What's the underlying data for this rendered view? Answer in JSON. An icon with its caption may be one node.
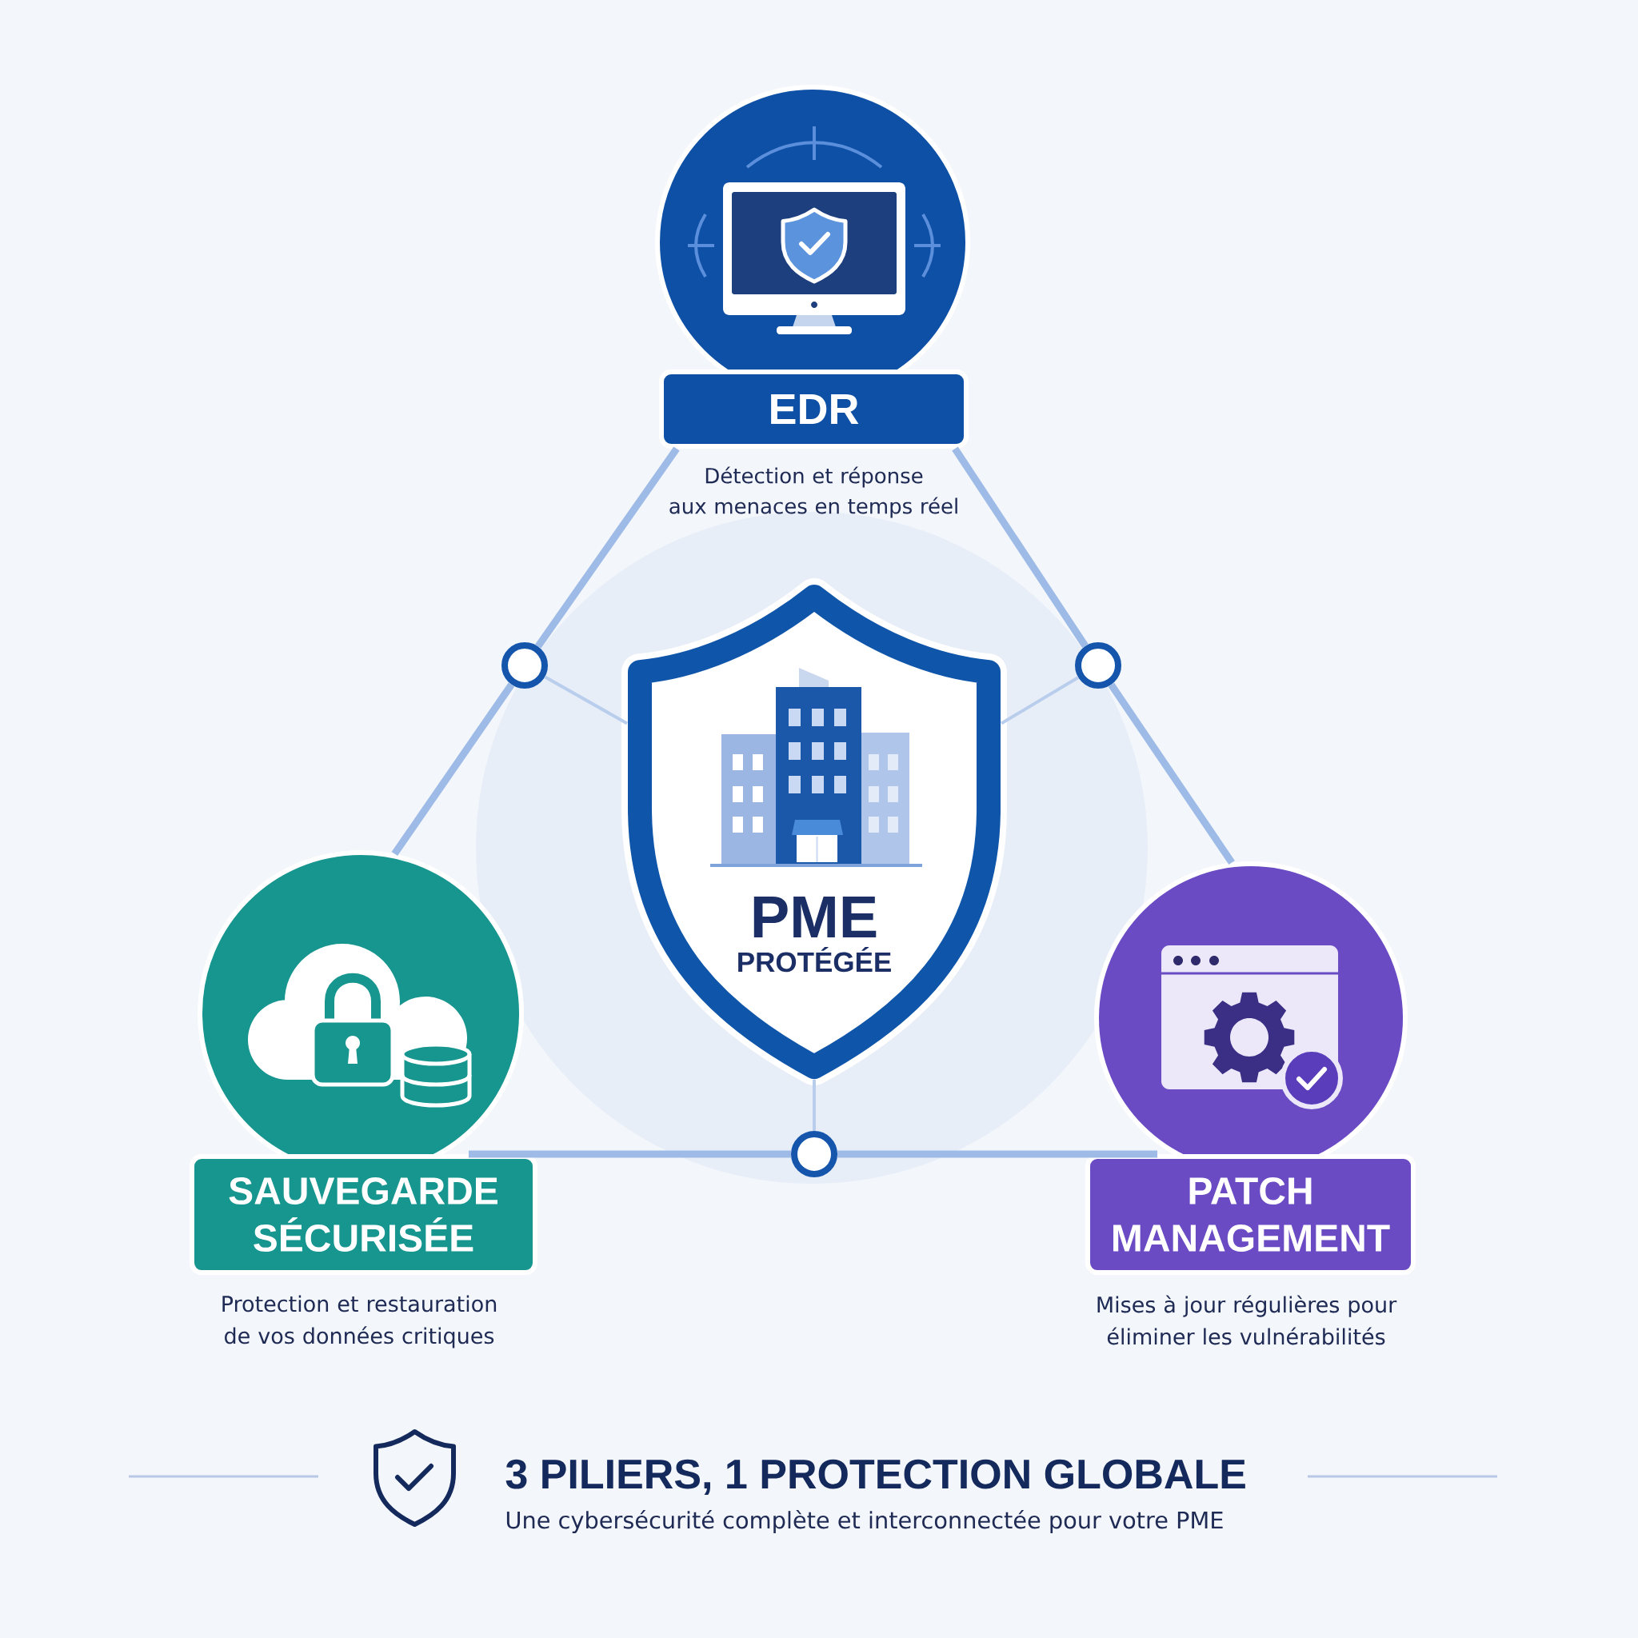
{
  "diagram": {
    "title": "3 PILIERS, 1 PROTECTION GLOBALE",
    "caption": "Une cybersécurité complète et interconnectée pour votre PME",
    "nodes": [
      {
        "text": [],
        "shape": "circle"
      },
      {
        "text": [
          "EDR"
        ],
        "beside": [
          "Détection et réponse aux menaces en temps réel"
        ]
      },
      {
        "text": [
          "PME",
          "PROTÉGÉE"
        ]
      },
      {
        "text": [],
        "shape": "circle"
      },
      {
        "text": [],
        "shape": "circle"
      },
      {
        "text": [],
        "shape": "circle"
      },
      {
        "text": [],
        "shape": "circle"
      },
      {
        "text": [
          "SAUVEGARDE SÉCURISÉE"
        ],
        "beside": [
          "Protection et restauration de vos données critiques"
        ]
      },
      {
        "text": [],
        "shape": "circle"
      },
      {
        "text": [
          "PATCH MANAGEMENT"
        ],
        "beside": [
          "Mises à jour régulières pour éliminer les vulnérabilités"
        ]
      }
    ],
    "edges": [
      {
        "from": 1,
        "to": 3,
        "arrow": "none"
      },
      {
        "from": 3,
        "to": 5,
        "arrow": "none"
      },
      {
        "from": 1,
        "to": 4,
        "arrow": "none"
      },
      {
        "from": 4,
        "to": 6,
        "arrow": "none"
      },
      {
        "from": 7,
        "to": 8,
        "arrow": "none"
      },
      {
        "from": 8,
        "to": 9,
        "arrow": "none"
      },
      {
        "from": 3,
        "to": 2,
        "arrow": "none",
        "color": "#b9cdec"
      },
      {
        "from": 4,
        "to": 2,
        "arrow": "none",
        "color": "#b9cdec"
      },
      {
        "from": 8,
        "to": 2,
        "arrow": "none",
        "color": "#b9cdec"
      }
    ]
  }
}
